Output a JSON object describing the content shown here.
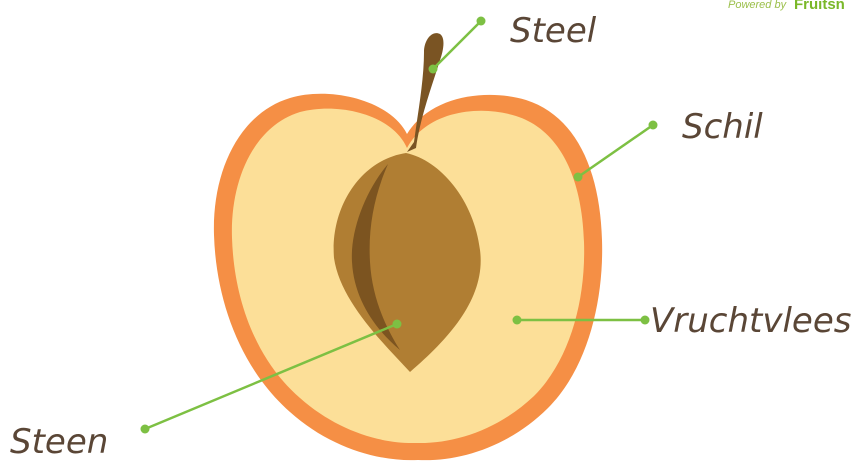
{
  "branding": {
    "prefix": "Powered by",
    "name": "Fruitsn"
  },
  "labels": {
    "stem": "Steel",
    "skin": "Schil",
    "flesh": "Vruchtvlees",
    "pit": "Steen"
  },
  "colors": {
    "skin": "#f58f45",
    "flesh": "#fcdf98",
    "pit": "#b07e33",
    "pit_groove": "#7c5420",
    "stem": "#7a5423",
    "leader_line": "#7dc043",
    "label_text": "#5a4636"
  }
}
